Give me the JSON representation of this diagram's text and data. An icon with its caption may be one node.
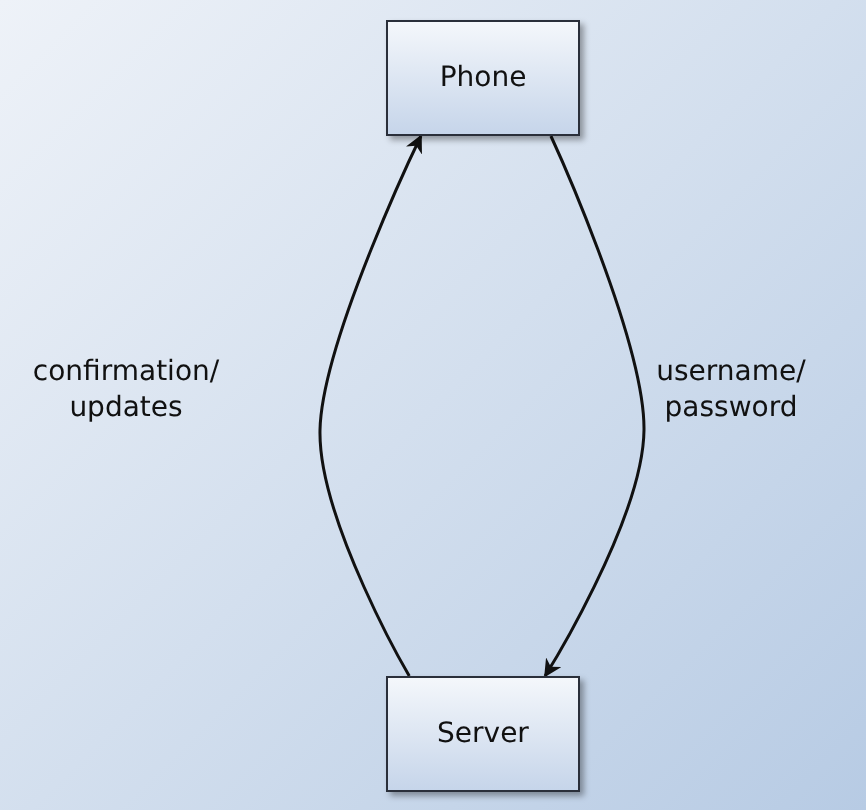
{
  "diagram": {
    "nodes": [
      {
        "text": [
          "Phone"
        ]
      },
      {
        "text": [
          "Server"
        ]
      }
    ],
    "edges": [
      {
        "from": 0,
        "to": 1,
        "arrow": "to",
        "label": "username/ password"
      },
      {
        "from": 1,
        "to": 0,
        "arrow": "to",
        "label": "confirmation/ updates"
      }
    ]
  }
}
